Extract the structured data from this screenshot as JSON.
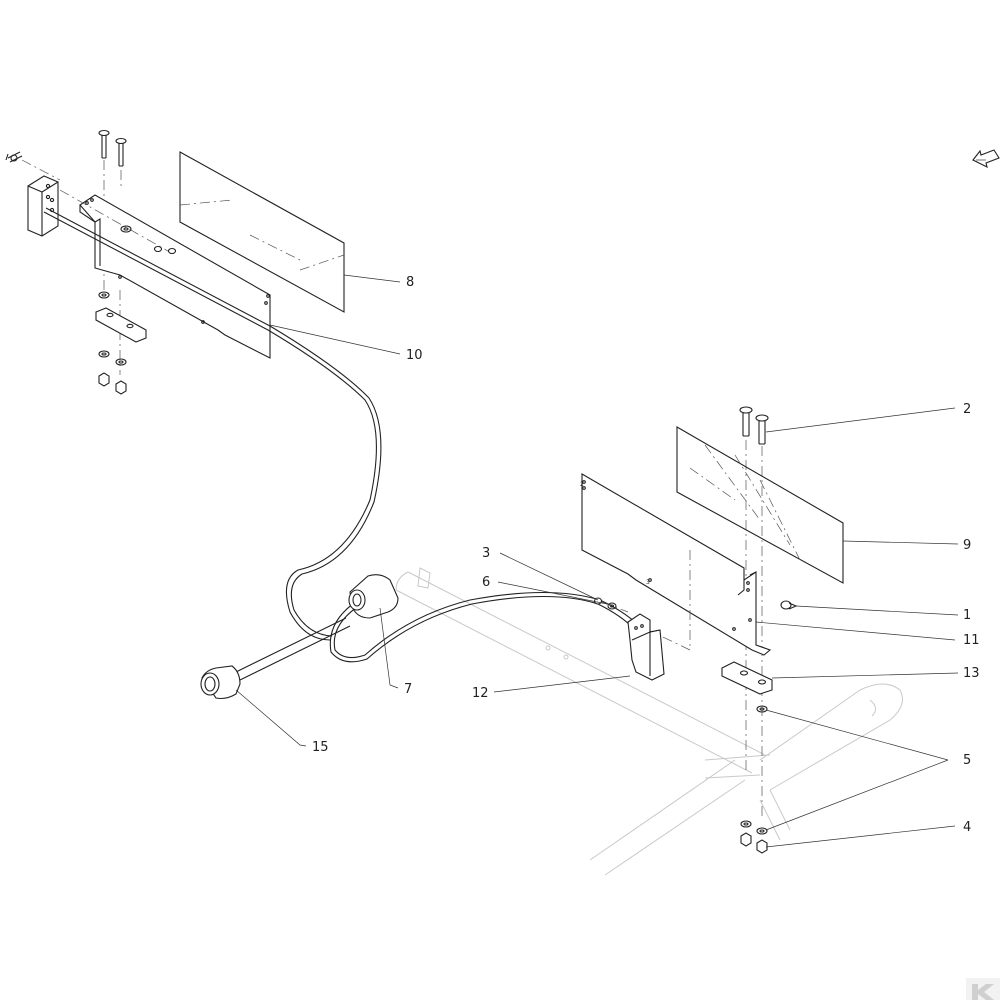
{
  "callouts": [
    {
      "id": "c8",
      "text": "8"
    },
    {
      "id": "c10",
      "text": "10"
    },
    {
      "id": "c2",
      "text": "2"
    },
    {
      "id": "c9",
      "text": "9"
    },
    {
      "id": "c3",
      "text": "3"
    },
    {
      "id": "c6",
      "text": "6"
    },
    {
      "id": "c1",
      "text": "1"
    },
    {
      "id": "c11",
      "text": "11"
    },
    {
      "id": "c13",
      "text": "13"
    },
    {
      "id": "c7",
      "text": "7"
    },
    {
      "id": "c12",
      "text": "12"
    },
    {
      "id": "c15",
      "text": "15"
    },
    {
      "id": "c5",
      "text": "5"
    },
    {
      "id": "c4",
      "text": "4"
    }
  ],
  "plate_marks": {
    "m2": "2",
    "m3": "3"
  },
  "colors": {
    "ink": "#222222",
    "ghost": "#c9c9c9",
    "logo": "#cfcfcf"
  },
  "icons": {
    "orientation": "direction-arrow-icon",
    "brand": "k-logo-icon"
  }
}
